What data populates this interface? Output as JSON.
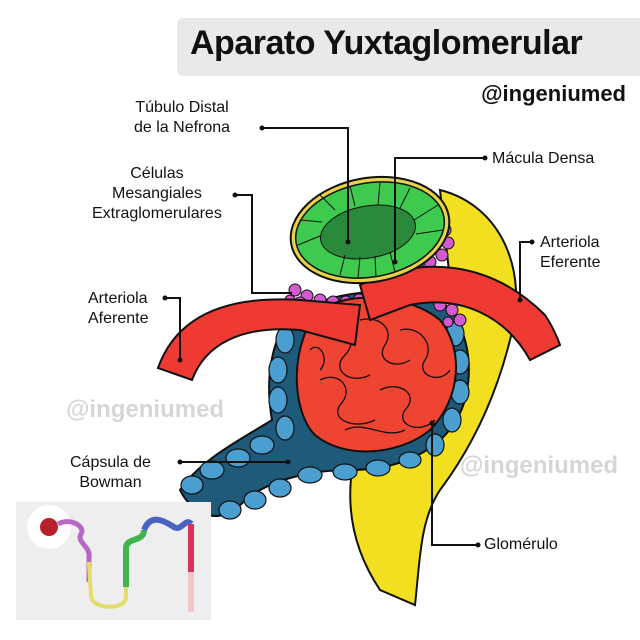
{
  "header": {
    "title": "Aparato Yuxtaglomerular",
    "handle": "@ingeniumed"
  },
  "watermarks": [
    "@ingeniumed",
    "@ingeniumed"
  ],
  "labels": {
    "tubulo_distal": [
      "Túbulo Distal",
      "de la Nefrona"
    ],
    "celulas_mesangiales": [
      "Células",
      "Mesangiales",
      "Extraglomerulares"
    ],
    "macula_densa": [
      "Mácula Densa"
    ],
    "arteriola_eferente": [
      "Arteriola",
      "Eferente"
    ],
    "arteriola_aferente": [
      "Arteriola",
      "Aferente"
    ],
    "capsula_bowman": [
      "Cápsula de",
      "Bowman"
    ],
    "glomerulo": [
      "Glomérulo"
    ]
  },
  "colors": {
    "tubule_cells": "#3ec94f",
    "tubule_lumen": "#2a8a3c",
    "tubule_membrane": "#e8d24a",
    "arteriole": "#ee3a33",
    "glomerulus": "#f04433",
    "mesangial": "#d45ad1",
    "bowman_dark": "#1f5a7a",
    "bowman_cells": "#4a9fd0",
    "yellow_vessel": "#f2e020",
    "inset_bg": "#eeeeee"
  },
  "inset": {
    "segments": [
      "glomerulus",
      "proximal-tubule",
      "loop-of-henle",
      "distal-tubule",
      "collecting-duct"
    ]
  }
}
